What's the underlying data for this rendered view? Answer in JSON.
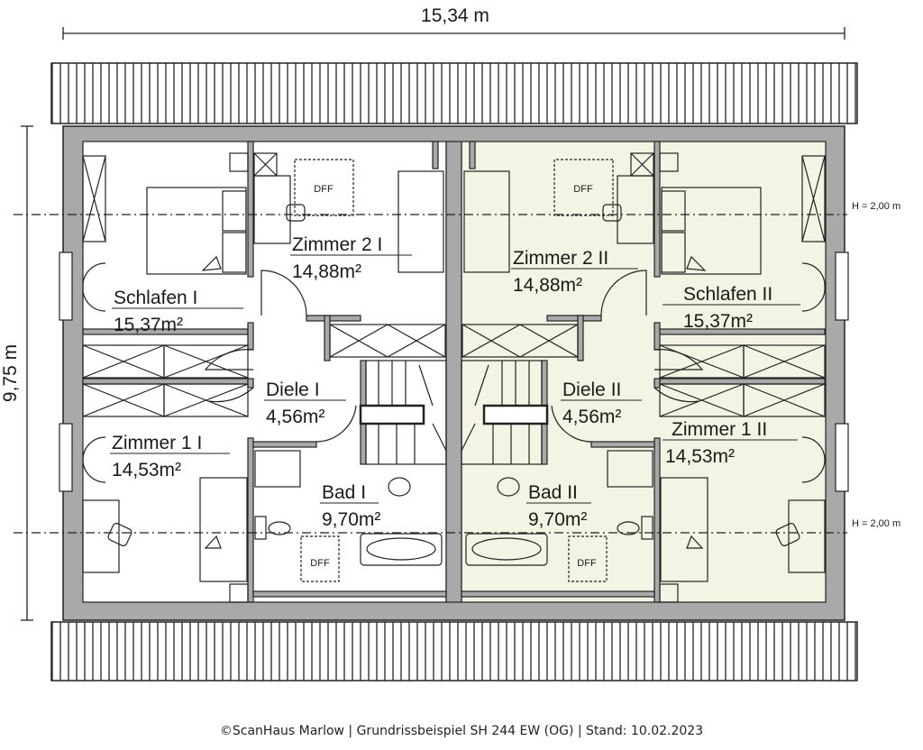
{
  "dimensions": {
    "width": "15,34 m",
    "depth": "9,75 m"
  },
  "height_lines": [
    {
      "label": "H = 2,00 m"
    },
    {
      "label": "H = 2,00 m"
    }
  ],
  "colors": {
    "wall": "#a9a9a9",
    "unit_ii_fill": "#f3f4e3",
    "line": "#222222"
  },
  "units": [
    {
      "rooms": [
        {
          "name": "Schlafen I",
          "area": "15,37m²"
        },
        {
          "name": "Zimmer 2 I",
          "area": "14,88m²"
        },
        {
          "name": "Diele I",
          "area": "4,56m²"
        },
        {
          "name": "Zimmer 1 I",
          "area": "14,53m²"
        },
        {
          "name": "Bad I",
          "area": "9,70m²"
        }
      ],
      "skylights": [
        "DFF",
        "DFF"
      ]
    },
    {
      "rooms": [
        {
          "name": "Schlafen II",
          "area": "15,37m²"
        },
        {
          "name": "Zimmer 2 II",
          "area": "14,88m²"
        },
        {
          "name": "Diele II",
          "area": "4,56m²"
        },
        {
          "name": "Zimmer 1 II",
          "area": "14,53m²"
        },
        {
          "name": "Bad II",
          "area": "9,70m²"
        }
      ],
      "skylights": [
        "DFF",
        "DFF"
      ]
    }
  ],
  "footer": "©ScanHaus Marlow | Grundrissbeispiel SH 244 EW (OG) | Stand: 10.02.2023"
}
